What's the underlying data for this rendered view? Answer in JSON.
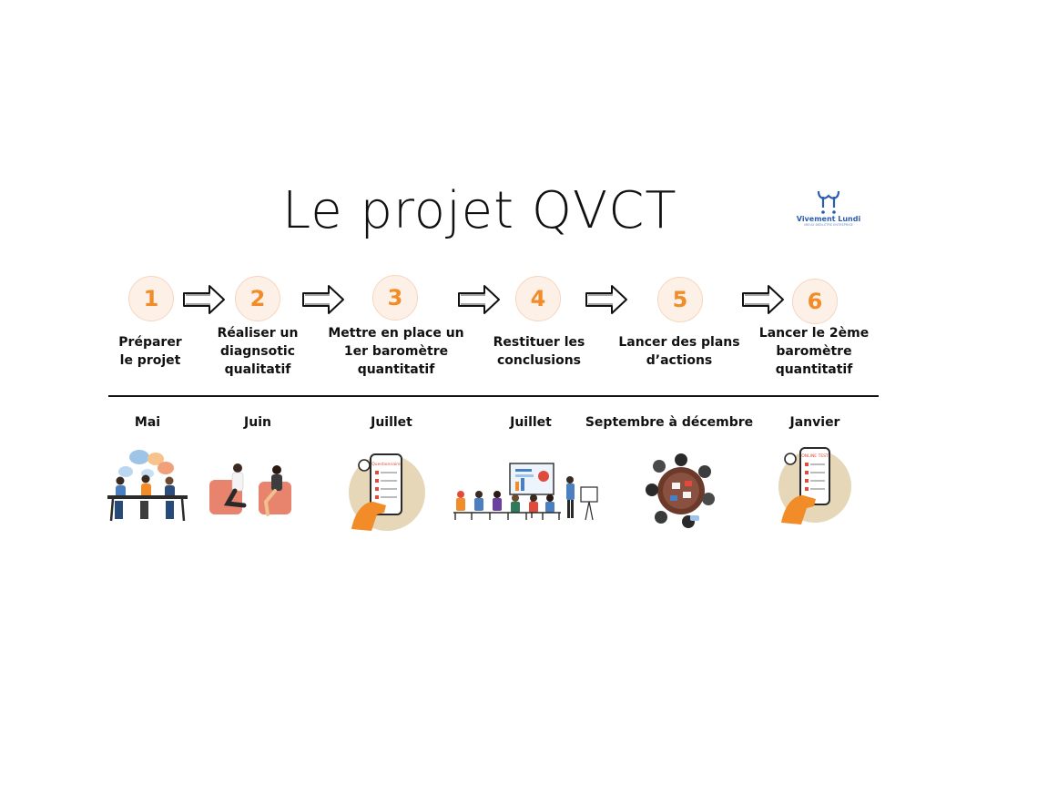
{
  "title": "Le projet QVCT",
  "logo": {
    "name": "Vivement Lundi",
    "subtitle": "MIEUX BIEN-ETRE ENTREPRISE"
  },
  "steps": [
    {
      "number": "1",
      "label": "Préparer\nle projet",
      "month": "Mai",
      "icon": "team-meeting-illustration"
    },
    {
      "number": "2",
      "label": "Réaliser un\ndiagnsotic\nqualitatif",
      "month": "Juin",
      "icon": "interview-illustration"
    },
    {
      "number": "3",
      "label": "Mettre en place un\n1er baromètre\nquantitatif",
      "month": "Juillet",
      "icon": "phone-questionnaire-illustration"
    },
    {
      "number": "4",
      "label": "Restituer les\nconclusions",
      "month": "Juillet",
      "icon": "presentation-illustration"
    },
    {
      "number": "5",
      "label": "Lancer des plans\nd’actions",
      "month": "Septembre à décembre",
      "icon": "round-table-illustration"
    },
    {
      "number": "6",
      "label": "Lancer le 2ème\nbaromètre\nquantitatif",
      "month": "Janvier",
      "icon": "phone-survey-illustration"
    }
  ],
  "phone_screen_text": {
    "step3": "Questionnaire",
    "step6": "ONLINE TEST"
  },
  "colors": {
    "accent": "#f28c28",
    "circle_fill": "#fdf0e6",
    "logo_blue": "#2a5db0"
  }
}
